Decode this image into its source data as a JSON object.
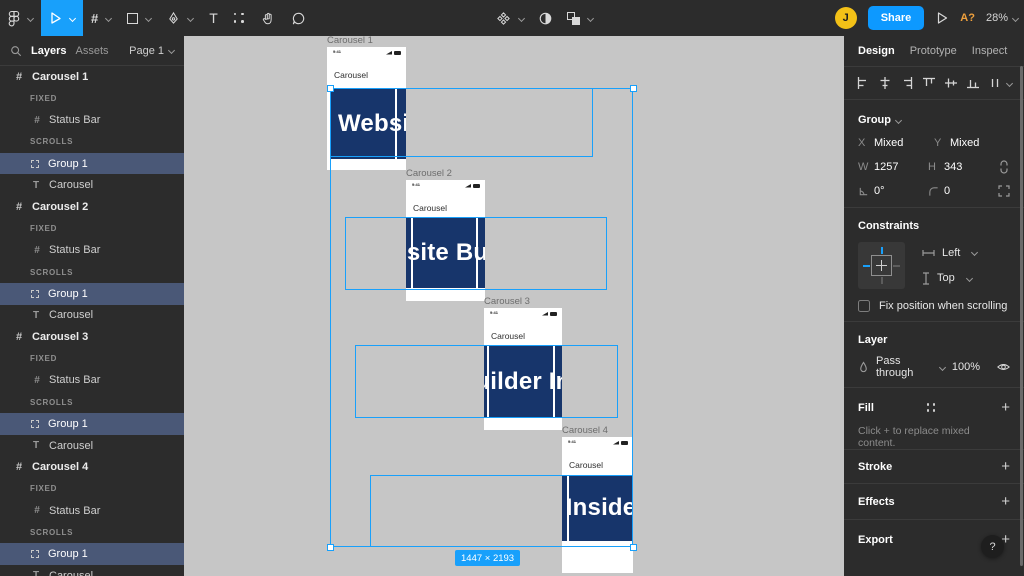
{
  "toolbar": {
    "share_label": "Share",
    "avatar_initial": "J",
    "font_badge": "A?",
    "zoom_level": "28%"
  },
  "left_sidebar": {
    "tabs": {
      "layers": "Layers",
      "assets": "Assets"
    },
    "page_selector": "Page 1",
    "layers": [
      {
        "label": "Carousel 1",
        "kind": "frame",
        "selected": false
      },
      {
        "label": "FIXED",
        "kind": "section",
        "selected": false
      },
      {
        "label": "Status Bar",
        "kind": "subframe",
        "selected": false
      },
      {
        "label": "SCROLLS",
        "kind": "section",
        "selected": false
      },
      {
        "label": "Group 1",
        "kind": "group",
        "selected": true
      },
      {
        "label": "Carousel",
        "kind": "text",
        "selected": false
      },
      {
        "label": "Carousel 2",
        "kind": "frame",
        "selected": false
      },
      {
        "label": "FIXED",
        "kind": "section",
        "selected": false
      },
      {
        "label": "Status Bar",
        "kind": "subframe",
        "selected": false
      },
      {
        "label": "SCROLLS",
        "kind": "section",
        "selected": false
      },
      {
        "label": "Group 1",
        "kind": "group",
        "selected": true
      },
      {
        "label": "Carousel",
        "kind": "text",
        "selected": false
      },
      {
        "label": "Carousel 3",
        "kind": "frame",
        "selected": false
      },
      {
        "label": "FIXED",
        "kind": "section",
        "selected": false
      },
      {
        "label": "Status Bar",
        "kind": "subframe",
        "selected": false
      },
      {
        "label": "SCROLLS",
        "kind": "section",
        "selected": false
      },
      {
        "label": "Group 1",
        "kind": "group",
        "selected": true
      },
      {
        "label": "Carousel",
        "kind": "text",
        "selected": false
      },
      {
        "label": "Carousel 4",
        "kind": "frame",
        "selected": false
      },
      {
        "label": "FIXED",
        "kind": "section",
        "selected": false
      },
      {
        "label": "Status Bar",
        "kind": "subframe",
        "selected": false
      },
      {
        "label": "SCROLLS",
        "kind": "section",
        "selected": false
      },
      {
        "label": "Group 1",
        "kind": "group",
        "selected": true
      },
      {
        "label": "Carousel",
        "kind": "text",
        "selected": false
      }
    ]
  },
  "canvas": {
    "banner_text": "Website Builder Insider",
    "frames": [
      {
        "label": "Carousel 1",
        "status_time": "9:41",
        "app_title": "Carousel"
      },
      {
        "label": "Carousel 2",
        "status_time": "9:41",
        "app_title": "Carousel"
      },
      {
        "label": "Carousel 3",
        "status_time": "9:41",
        "app_title": "Carousel"
      },
      {
        "label": "Carousel 4",
        "status_time": "9:41",
        "app_title": "Carousel"
      }
    ],
    "selection_badge": "1447 × 2193"
  },
  "right_sidebar": {
    "tabs": [
      {
        "label": "Design"
      },
      {
        "label": "Prototype"
      },
      {
        "label": "Inspect"
      }
    ],
    "selection_type": "Group",
    "transform": {
      "x_label": "X",
      "x_value": "Mixed",
      "y_label": "Y",
      "y_value": "Mixed",
      "w_label": "W",
      "w_value": "1257",
      "h_label": "H",
      "h_value": "343",
      "rotation_value": "0°",
      "radius_value": "0"
    },
    "constraints": {
      "title": "Constraints",
      "horizontal_value": "Left",
      "vertical_value": "Top",
      "fix_checkbox_label": "Fix position when scrolling"
    },
    "layer": {
      "title": "Layer",
      "blend_mode": "Pass through",
      "opacity": "100%"
    },
    "fill": {
      "title": "Fill",
      "empty_hint": "Click + to replace mixed content."
    },
    "stroke": {
      "title": "Stroke"
    },
    "effects": {
      "title": "Effects"
    },
    "export": {
      "title": "Export"
    },
    "help_label": "?"
  },
  "colors": {
    "accent": "#18a0fb",
    "share_button": "#0d99ff",
    "avatar": "#f3c117",
    "banner_navy": "#17356b",
    "canvas_bg": "#c6c6c6",
    "panel_bg": "#2c2c2c",
    "selected_row": "#4a5877",
    "font_warning": "#f0a13d"
  }
}
